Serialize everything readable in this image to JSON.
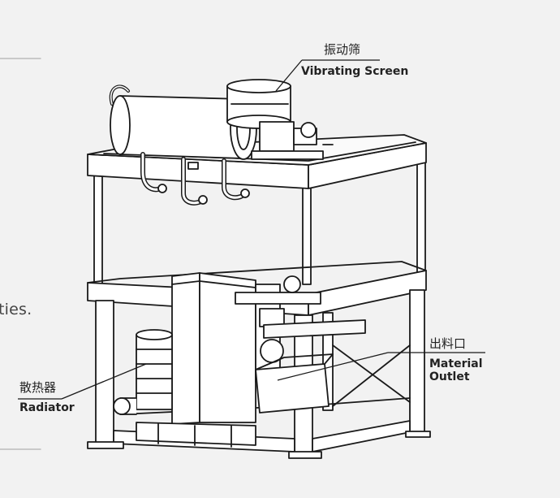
{
  "side_text": "ties.",
  "labels": {
    "vibrating_screen": {
      "zh": "振动筛",
      "en": "Vibrating Screen"
    },
    "material_outlet": {
      "zh": "出料口",
      "en_line1": "Material",
      "en_line2": "Outlet"
    },
    "radiator": {
      "zh": "散热器",
      "en": "Radiator"
    }
  },
  "colors": {
    "background": "#f2f2f2",
    "line": "#1a1a1a",
    "fill": "#ffffff",
    "rule": "#bbbbbb"
  }
}
